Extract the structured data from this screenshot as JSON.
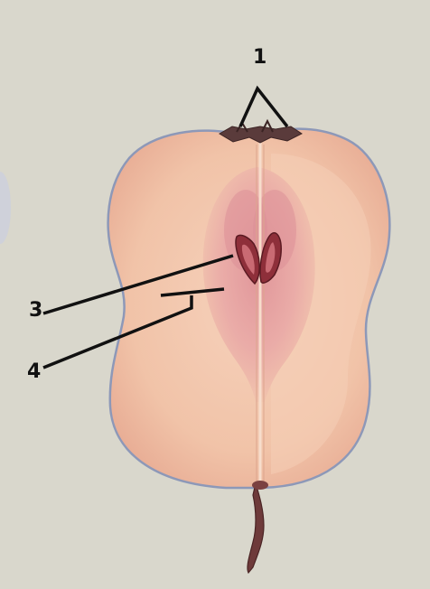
{
  "colors": {
    "background": "#d9d7cc",
    "flesh": "#f1c4aa",
    "flesh_shade": "#e6ab94",
    "skin_outline": "#8d98b8",
    "core": "#e7a4a4",
    "core_inner": "#d98b91",
    "seed": "#8e2f3a",
    "stem": "#6e3a3a",
    "label_line": "#111111"
  },
  "labels": {
    "l1": "1",
    "l3": "3",
    "l4": "4"
  }
}
